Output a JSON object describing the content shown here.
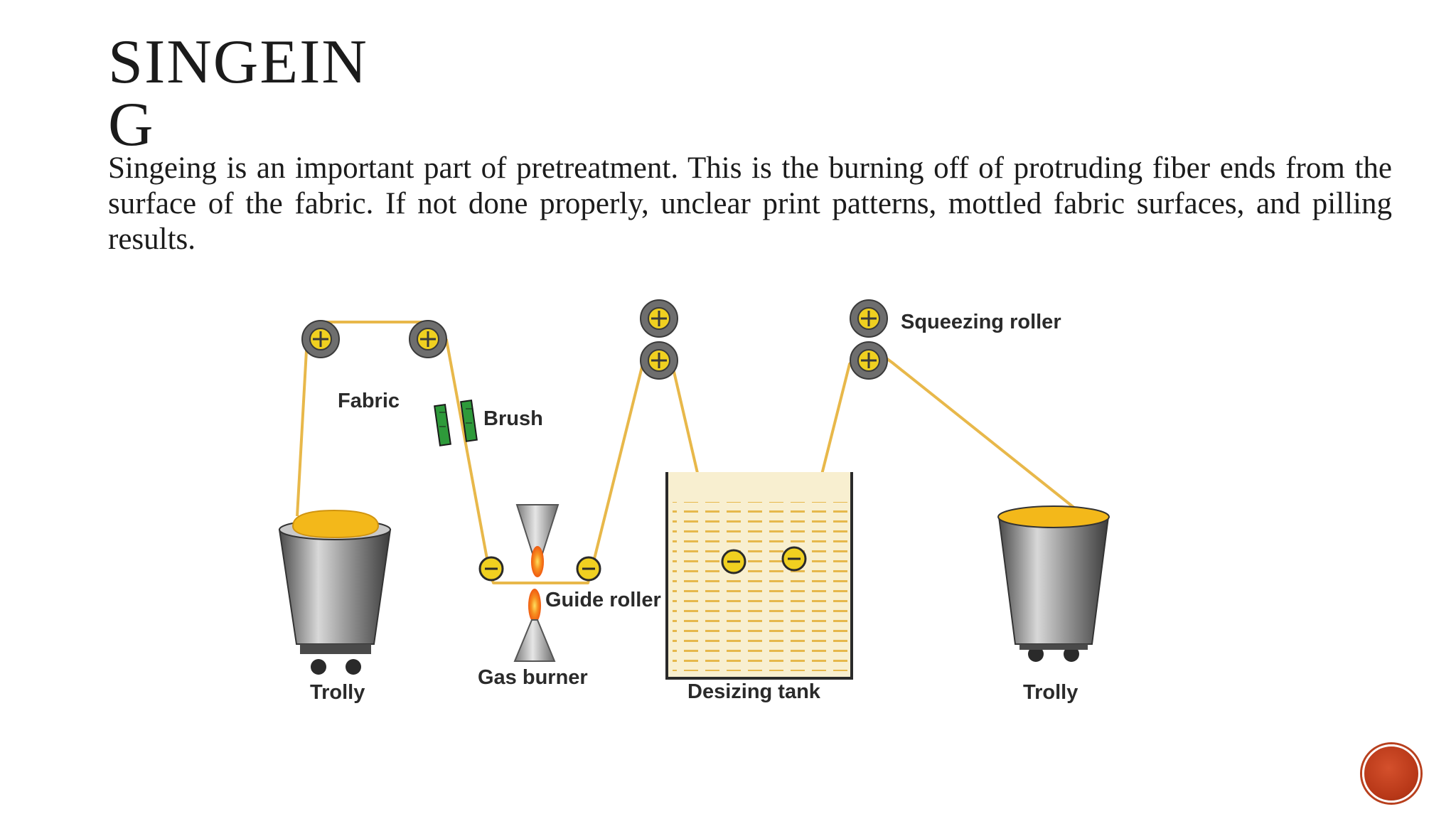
{
  "slide": {
    "title": "SINGEING",
    "body": "Singeing is an important part of pretreatment. This is the burning off of protruding fiber ends from the surface of the fabric. If not done properly, unclear print patterns, mottled fabric surfaces, and pilling results."
  },
  "diagram": {
    "labels": {
      "fabric": "Fabric",
      "brush": "Brush",
      "guide_roller": "Guide roller",
      "gas_burner": "Gas burner",
      "desizing_tank": "Desizing tank",
      "squeezing_roller": "Squeezing roller",
      "trolly_left": "Trolly",
      "trolly_right": "Trolly"
    },
    "colors": {
      "fabric_line": "#e8b84a",
      "fabric_fill": "#f3b81a",
      "roller_ring": "#6e6e6e",
      "roller_core": "#f0d020",
      "brush": "#2e9a3a",
      "tank_liquid": "#f8efd0",
      "tank_dash": "#e6b84c",
      "flame": "#f07a10",
      "nav_button": "#c0401c"
    }
  }
}
